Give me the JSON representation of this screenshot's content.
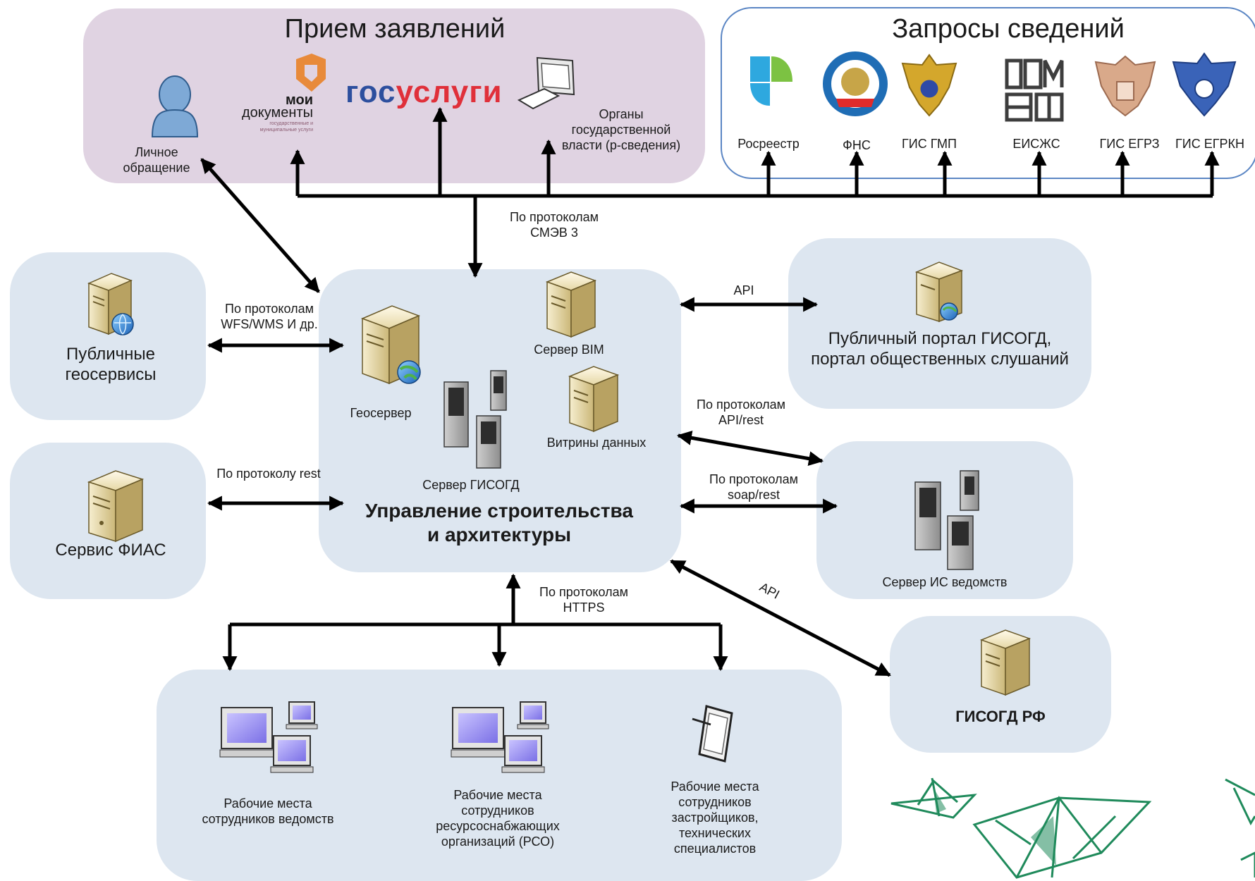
{
  "reception": {
    "title": "Прием заявлений",
    "personal_visit": "Личное обращение",
    "mfc_logo_top": "мои",
    "mfc_logo_main": "документы",
    "mfc_logo_sub": "государственные и муниципальные услуги",
    "gosuslugi_part1": "гос",
    "gosuslugi_part2": "услуги",
    "authorities": "Органы государственной власти (р-сведения)"
  },
  "requests": {
    "title": "Запросы сведений",
    "agencies": [
      "Росреестр",
      "ФНС",
      "ГИС ГМП",
      "ЕИСЖС",
      "ГИС ЕГРЗ",
      "ГИС ЕГРКН"
    ]
  },
  "protocols": {
    "smev": "По протоколам СМЭВ 3",
    "wfs": "По протоколам WFS/WMS И др.",
    "rest": "По протоколу rest",
    "api_top": "API",
    "api_rest": "По протоколам API/rest",
    "soap_rest": "По протоколам soap/rest",
    "api_diag": "API",
    "https": "По протоколам HTTPS"
  },
  "nodes": {
    "public_geo": "Публичные геосервисы",
    "fias": "Сервис ФИАС",
    "portal": "Публичный портал ГИСОГД, портал общественных слушаний",
    "is_server": "Сервер ИС ведомств",
    "gisogd_rf": "ГИСОГД РФ"
  },
  "center": {
    "geoserver": "Геосервер",
    "bim": "Сервер BIM",
    "gisogd_server": "Сервер ГИСОГД",
    "vitriny": "Витрины данных",
    "title": "Управление строительства и архитектуры"
  },
  "workplaces": {
    "agencies": "Рабочие места сотрудников ведомств",
    "rso": "Рабочие места сотрудников ресурсоснабжающих организаций (РСО)",
    "developers": "Рабочие места сотрудников застройщиков, технических специалистов"
  },
  "colors": {
    "box_fill": "#dde6f0",
    "reception_fill": "#e0d3e2",
    "requests_border": "#5b86c4",
    "gosuslugi_blue": "#2d4f9e",
    "gosuslugi_red": "#e0303a",
    "boat_green": "#1f8a5b"
  }
}
